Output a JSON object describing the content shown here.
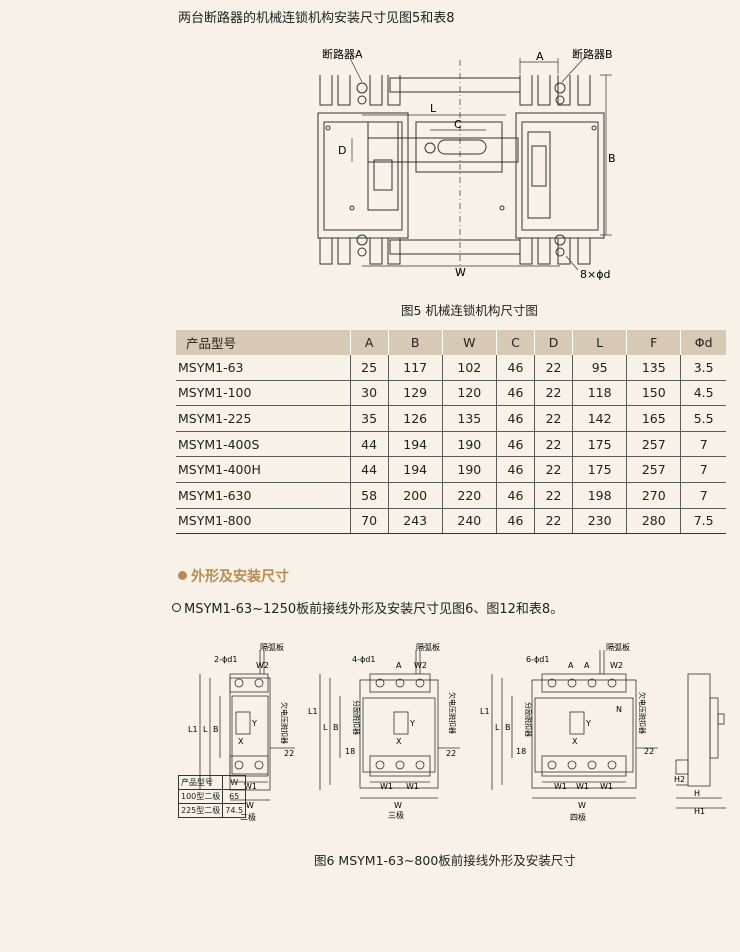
{
  "intro_text": "两台断路器的机械连锁机构安装尺寸见图5和表8",
  "fig5": {
    "caption": "图5 机械连锁机构尺寸图",
    "label_breaker_a": "断路器A",
    "label_breaker_b": "断路器B",
    "dim_a": "A",
    "dim_b": "B",
    "dim_c": "C",
    "dim_d": "D",
    "dim_l": "L",
    "dim_w": "W",
    "dim_holes": "8×ϕd"
  },
  "table8": {
    "columns": [
      "产品型号",
      "A",
      "B",
      "W",
      "C",
      "D",
      "L",
      "F",
      "Φd"
    ],
    "rows": [
      [
        "MSYM1-63",
        "25",
        "117",
        "102",
        "46",
        "22",
        "95",
        "135",
        "3.5"
      ],
      [
        "MSYM1-100",
        "30",
        "129",
        "120",
        "46",
        "22",
        "118",
        "150",
        "4.5"
      ],
      [
        "MSYM1-225",
        "35",
        "126",
        "135",
        "46",
        "22",
        "142",
        "165",
        "5.5"
      ],
      [
        "MSYM1-400S",
        "44",
        "194",
        "190",
        "46",
        "22",
        "175",
        "257",
        "7"
      ],
      [
        "MSYM1-400H",
        "44",
        "194",
        "190",
        "46",
        "22",
        "175",
        "257",
        "7"
      ],
      [
        "MSYM1-630",
        "58",
        "200",
        "220",
        "46",
        "22",
        "198",
        "270",
        "7"
      ],
      [
        "MSYM1-800",
        "70",
        "243",
        "240",
        "46",
        "22",
        "230",
        "280",
        "7.5"
      ]
    ]
  },
  "section_title": "外形及安装尺寸",
  "subsection_text": "MSYM1-63~1250板前接线外形及安装尺寸见图6、图12和表8。",
  "fig6": {
    "caption": "图6 MSYM1-63~800板前接线外形及安装尺寸",
    "two_pole": {
      "label": "二极",
      "holes": "2-ϕd1",
      "w2": "W2",
      "barrier": "隔弧板",
      "l1": "L1",
      "l": "L",
      "b": "B",
      "x": "X",
      "y": "Y",
      "w1": "W1",
      "w": "W",
      "d22": "22",
      "aux": "欠电压脱扣器"
    },
    "three_pole": {
      "label": "三极",
      "holes": "4-ϕd1",
      "a": "A",
      "w2": "W2",
      "barrier": "隔弧板",
      "l1": "L1",
      "l": "L",
      "b": "B",
      "x": "X",
      "y": "Y",
      "w1a": "W1",
      "w1b": "W1",
      "w": "W",
      "d18": "18",
      "d22": "22",
      "shunt": "分励脱扣器",
      "aux": "欠电压脱扣器"
    },
    "four_pole": {
      "label": "四极",
      "holes": "6-ϕd1",
      "a1": "A",
      "a2": "A",
      "w2": "W2",
      "barrier": "隔弧板",
      "l1": "L1",
      "l": "L",
      "b": "B",
      "x": "X",
      "y": "Y",
      "n": "N",
      "w1a": "W1",
      "w1b": "W1",
      "w1c": "W1",
      "w": "W",
      "d18": "18",
      "d22": "22",
      "shunt": "分励脱扣器",
      "aux": "欠电压脱扣器"
    },
    "side": {
      "h2": "H2",
      "h": "H",
      "h1": "H1"
    },
    "mini_table": {
      "header": [
        "产品型号",
        "W"
      ],
      "rows": [
        [
          "100型二极",
          "65"
        ],
        [
          "225型二极",
          "74.5"
        ]
      ]
    }
  }
}
